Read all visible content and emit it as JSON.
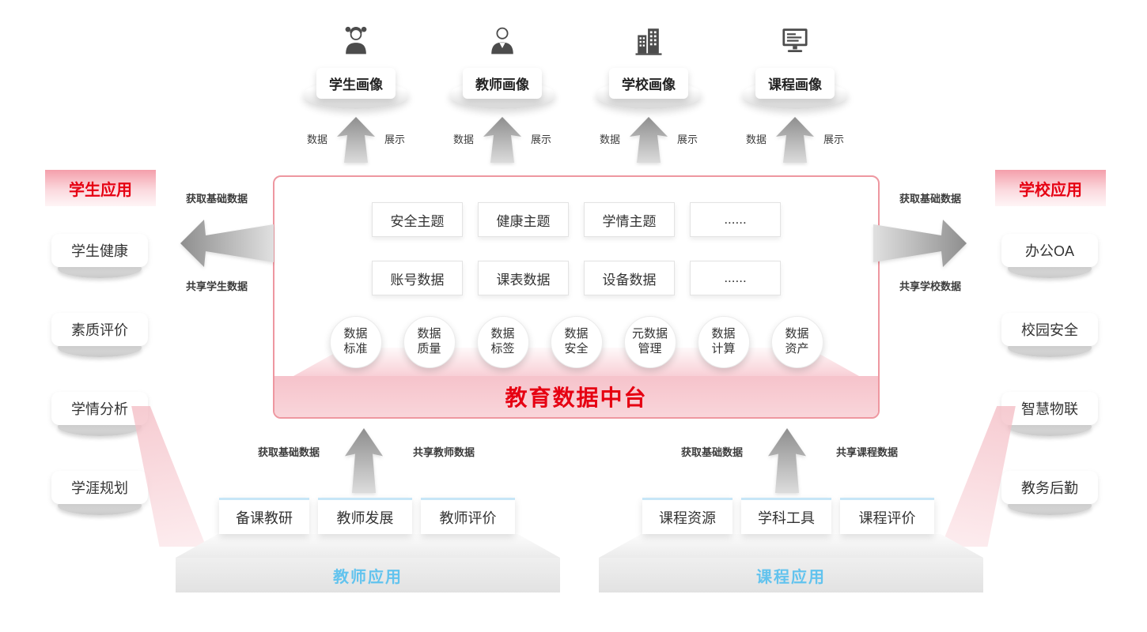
{
  "colors": {
    "accent_red": "#e60012",
    "light_blue": "#5fc1ee",
    "pink_band": "#f6c5cc",
    "arrow_gray": "#9a9a9a"
  },
  "top_portraits": {
    "flow_left": "数据",
    "flow_right": "展示",
    "items": [
      {
        "label": "学生画像",
        "icon": "student-icon"
      },
      {
        "label": "教师画像",
        "icon": "teacher-icon"
      },
      {
        "label": "学校画像",
        "icon": "school-icon"
      },
      {
        "label": "课程画像",
        "icon": "course-icon"
      }
    ]
  },
  "center": {
    "title": "教育数据中台",
    "theme_boxes": [
      "安全主题",
      "健康主题",
      "学情主题",
      "......"
    ],
    "data_boxes": [
      "账号数据",
      "课表数据",
      "设备数据",
      "......"
    ],
    "capabilities": [
      [
        "数据",
        "标准"
      ],
      [
        "数据",
        "质量"
      ],
      [
        "数据",
        "标签"
      ],
      [
        "数据",
        "安全"
      ],
      [
        "元数据",
        "管理"
      ],
      [
        "数据",
        "计算"
      ],
      [
        "数据",
        "资产"
      ]
    ]
  },
  "left_panel": {
    "title": "学生应用",
    "items": [
      "学生健康",
      "素质评价",
      "学情分析",
      "学涯规划"
    ],
    "flow_top": "获取基础数据",
    "flow_bottom": "共享学生数据"
  },
  "right_panel": {
    "title": "学校应用",
    "items": [
      "办公OA",
      "校园安全",
      "智慧物联",
      "教务后勤"
    ],
    "flow_top": "获取基础数据",
    "flow_bottom": "共享学校数据"
  },
  "bottom_left": {
    "title": "教师应用",
    "items": [
      "备课教研",
      "教师发展",
      "教师评价"
    ],
    "flow_left": "获取基础数据",
    "flow_right": "共享教师数据"
  },
  "bottom_right": {
    "title": "课程应用",
    "items": [
      "课程资源",
      "学科工具",
      "课程评价"
    ],
    "flow_left": "获取基础数据",
    "flow_right": "共享课程数据"
  }
}
